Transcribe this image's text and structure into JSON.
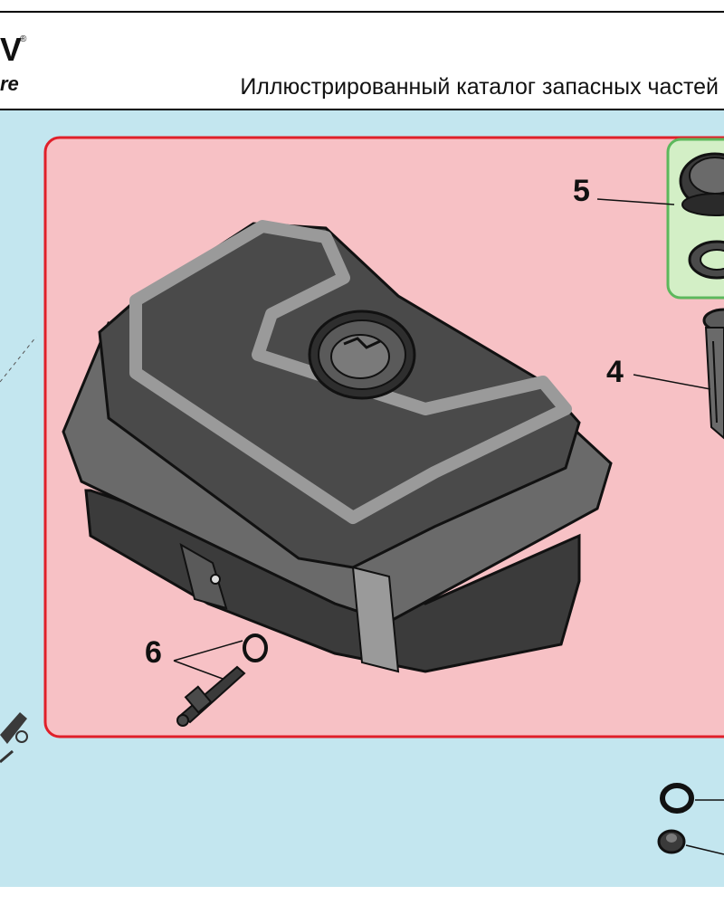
{
  "header": {
    "logo_top": "V",
    "logo_registered": "®",
    "logo_bottom": "re",
    "title": "Иллюстрированный каталог запасных частей"
  },
  "callouts": {
    "cap": "5",
    "filter": "4",
    "valve": "6"
  },
  "colors": {
    "background": "#c3e6ef",
    "assembly_panel": "#f7c1c5",
    "assembly_border": "#e0202a",
    "cap_panel": "#d3efc6",
    "cap_border": "#5cb85c",
    "tank_body": "#4a4a4a",
    "tank_highlight": "#9a9a9a"
  },
  "icons": [
    "fuel-tank-icon",
    "fuel-cap-icon",
    "gasket-ring-icon",
    "fuel-filter-icon",
    "fuel-valve-icon",
    "o-ring-icon",
    "nut-icon",
    "bolt-icon"
  ]
}
